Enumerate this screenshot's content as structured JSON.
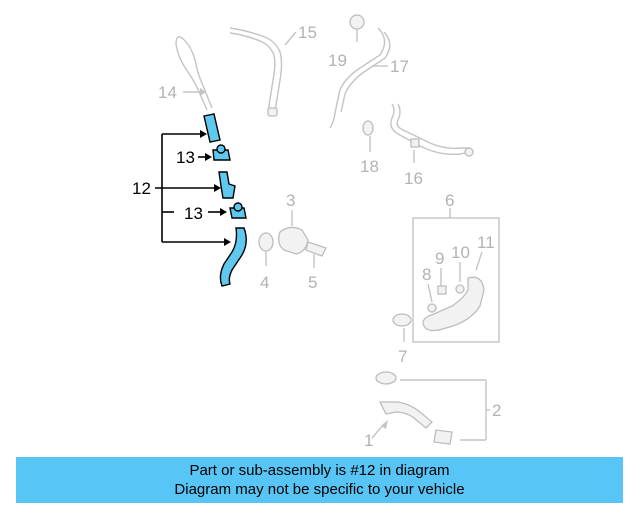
{
  "diagram": {
    "labels": {
      "l1": "1",
      "l2": "2",
      "l3": "3",
      "l4": "4",
      "l5": "5",
      "l6": "6",
      "l7": "7",
      "l8": "8",
      "l9": "9",
      "l10": "10",
      "l11": "11",
      "l12": "12",
      "l13a": "13",
      "l13b": "13",
      "l14": "14",
      "l15": "15",
      "l16": "16",
      "l17": "17",
      "l18": "18",
      "l19": "19"
    },
    "highlight_color": "#5ec8ee",
    "faded_color": "#c4c4c4"
  },
  "footer": {
    "line1": "Part or sub-assembly is #12 in diagram",
    "line2": "Diagram may not be specific to your vehicle",
    "background": "#57c5f5"
  }
}
